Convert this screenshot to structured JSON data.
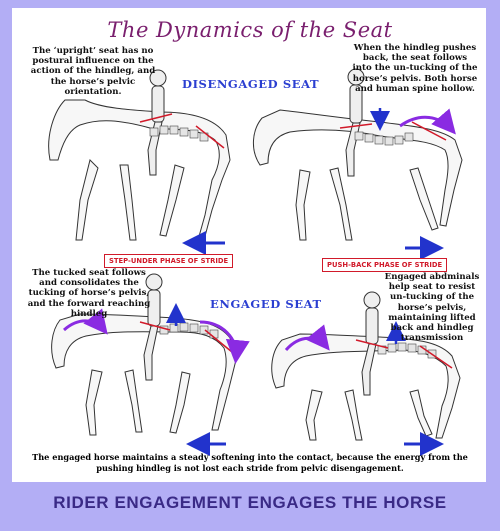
{
  "title": "The Dynamics of the Seat",
  "sections": {
    "disengaged_heading": "DISENGAGED SEAT",
    "engaged_heading": "ENGAGED SEAT"
  },
  "notes": {
    "upright_seat": "The ‘upright’ seat has no postural influence on the action of the hindleg, and the horse’s pelvic orientation.",
    "hindleg_push": "When the hindleg pushes back, the seat follows into the un-tucking of the horse’s pelvis. Both horse and human spine hollow.",
    "tucked_seat": "The tucked seat follows and consolidates the tucking of horse’s pelvis, and the forward reaching hindleg",
    "engaged_abs": "Engaged abdminals help seat to resist un-tucking of the horse’s pelvis, maintaining lifted back and hindleg transmission"
  },
  "phases": {
    "step_under": "STEP-UNDER PHASE OF STRIDE",
    "push_back": "PUSH-BACK PHASE OF STRIDE"
  },
  "footer": "The engaged horse maintains a steady softening into the contact, because the energy from the pushing hindleg is not lost each stride from pelvic disengagement.",
  "banner": "RIDER ENGAGEMENT ENGAGES THE HORSE",
  "colors": {
    "background": "#b3aef5",
    "title": "#7a1f6e",
    "heading": "#2b3fd1",
    "phase_label": "#d11a2a",
    "arrow_blue": "#2233cc",
    "arrow_purple": "#8a2be2",
    "pelvis_line": "#d11a2a",
    "banner": "#3a2a86"
  }
}
